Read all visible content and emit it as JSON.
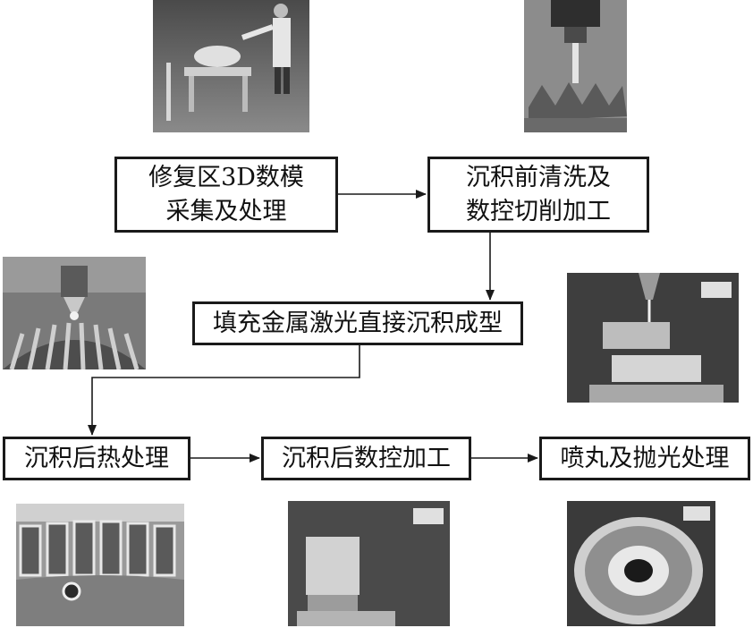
{
  "steps": {
    "scan": {
      "line1": "修复区3D数模",
      "line2": "采集及处理"
    },
    "clean": {
      "line1": "沉积前清洗及",
      "line2": "数控切削加工"
    },
    "deposit": {
      "label": "填充金属激光直接沉积成型"
    },
    "heat": {
      "label": "沉积后热处理"
    },
    "cnc": {
      "label": "沉积后数控加工"
    },
    "peen": {
      "label": "喷丸及抛光处理"
    }
  },
  "photos": [
    {
      "name": "photo-3d-scanning",
      "depicts": "operator scanning a part on a stand"
    },
    {
      "name": "photo-cnc-spindle",
      "depicts": "machine spindle over bladed part"
    },
    {
      "name": "photo-laser-nozzle-blades",
      "depicts": "laser nozzle depositing on blade ring"
    },
    {
      "name": "photo-deposition-block",
      "depicts": "nozzle depositing metal on stepped block"
    },
    {
      "name": "photo-blisk-after-heat",
      "depicts": "blade ring after heat treatment"
    },
    {
      "name": "photo-machined-part",
      "depicts": "machined deposited part"
    },
    {
      "name": "photo-polished-disk",
      "depicts": "polished round disk"
    }
  ]
}
